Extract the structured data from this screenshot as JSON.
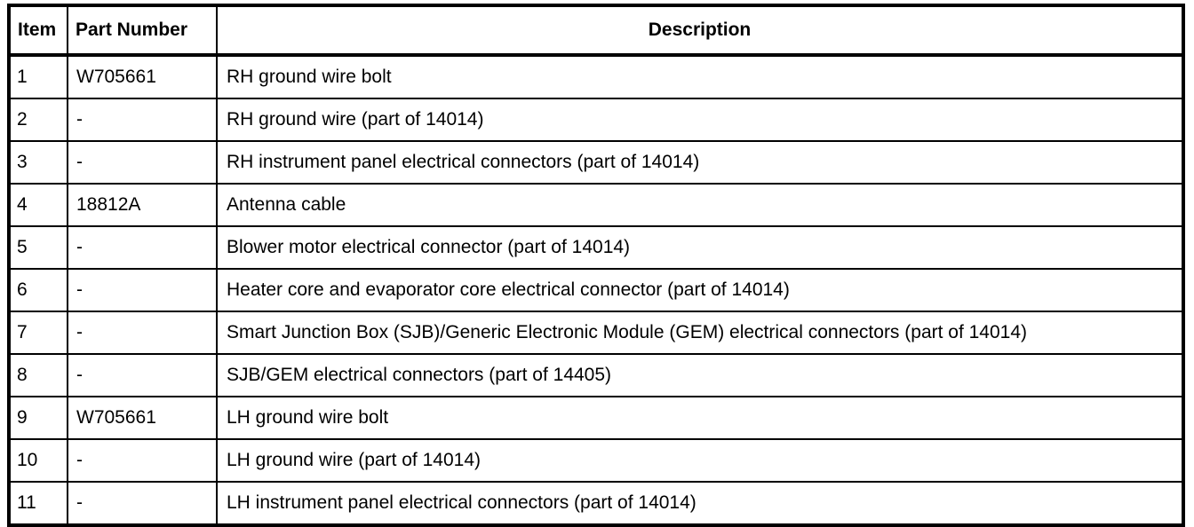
{
  "table": {
    "columns": [
      {
        "key": "item",
        "label": "Item",
        "align": "left"
      },
      {
        "key": "part_number",
        "label": "Part Number",
        "align": "left"
      },
      {
        "key": "description",
        "label": "Description",
        "align": "center"
      }
    ],
    "rows": [
      {
        "item": "1",
        "part_number": "W705661",
        "description": "RH ground wire bolt"
      },
      {
        "item": "2",
        "part_number": "-",
        "description": "RH ground wire (part of 14014)"
      },
      {
        "item": "3",
        "part_number": "-",
        "description": "RH instrument panel electrical connectors (part of 14014)"
      },
      {
        "item": "4",
        "part_number": "18812A",
        "description": "Antenna cable"
      },
      {
        "item": "5",
        "part_number": "-",
        "description": "Blower motor electrical connector (part of 14014)"
      },
      {
        "item": "6",
        "part_number": "-",
        "description": "Heater core and evaporator core electrical connector (part of 14014)"
      },
      {
        "item": "7",
        "part_number": "-",
        "description": "Smart Junction Box (SJB)/Generic Electronic Module (GEM) electrical connectors (part of 14014)"
      },
      {
        "item": "8",
        "part_number": "-",
        "description": "SJB/GEM electrical connectors (part of 14405)"
      },
      {
        "item": "9",
        "part_number": "W705661",
        "description": "LH ground wire bolt"
      },
      {
        "item": "10",
        "part_number": "-",
        "description": "LH ground wire (part of 14014)"
      },
      {
        "item": "11",
        "part_number": "-",
        "description": "LH instrument panel electrical connectors (part of 14014)"
      }
    ]
  },
  "colors": {
    "background": "#ffffff",
    "text": "#000000",
    "border": "#000000"
  }
}
